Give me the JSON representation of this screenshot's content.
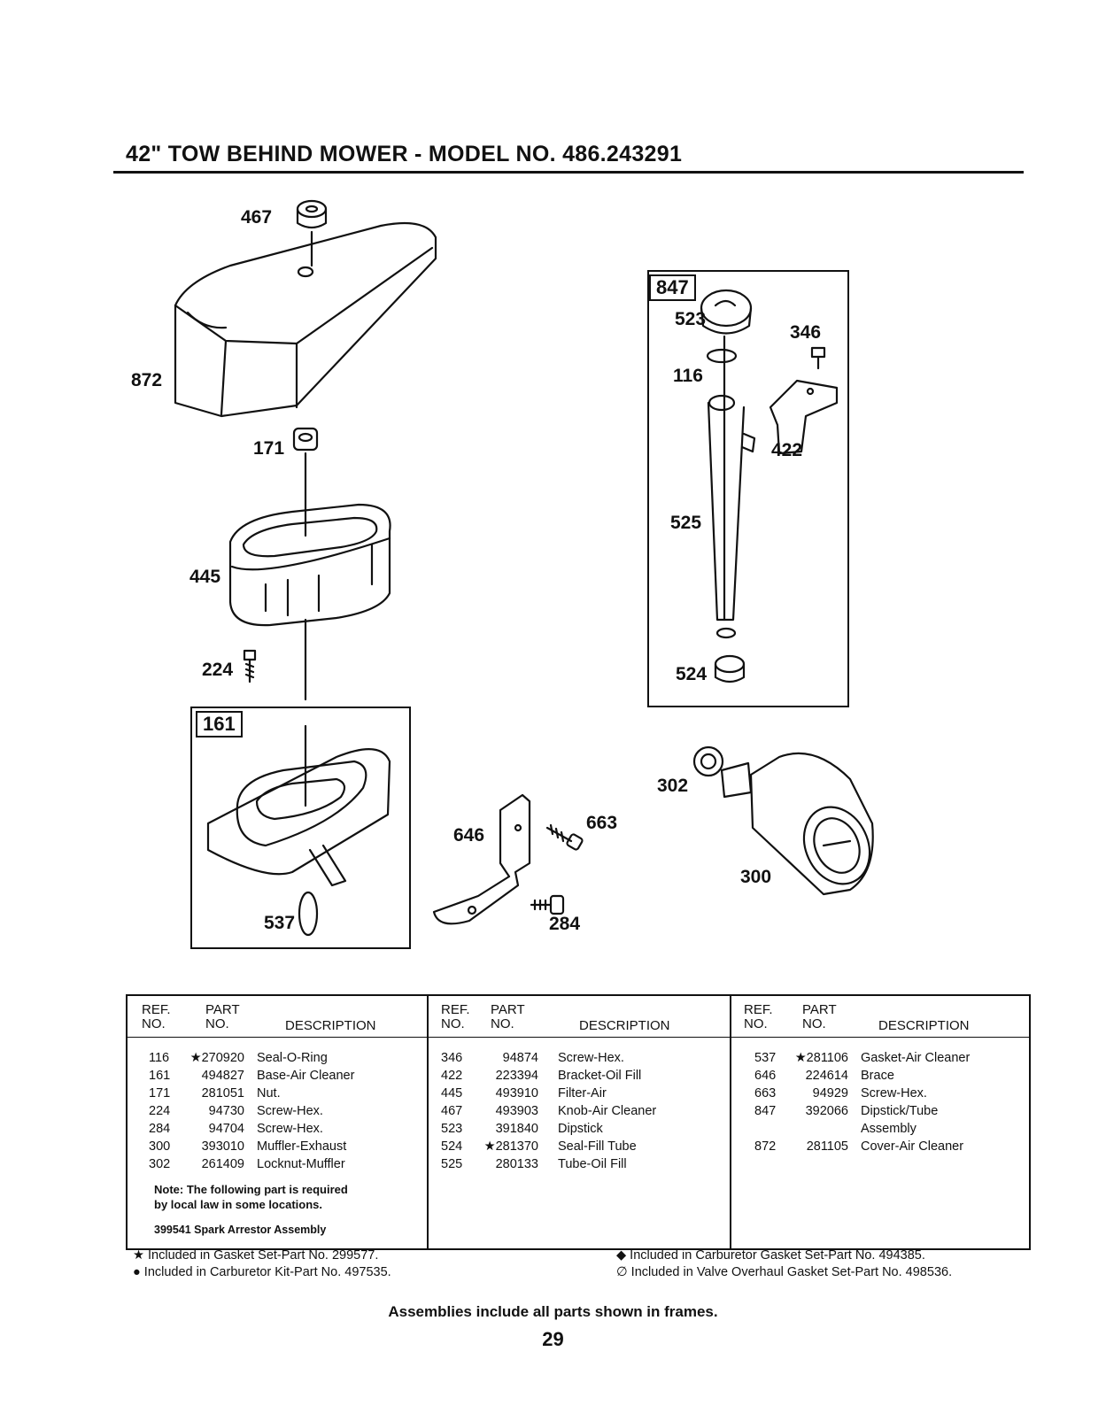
{
  "title": "42\" TOW BEHIND MOWER - MODEL NO. 486.243291",
  "diagram": {
    "callouts": [
      "467",
      "872",
      "171",
      "445",
      "224",
      "537",
      "646",
      "663",
      "284",
      "302",
      "300",
      "523",
      "346",
      "116",
      "422",
      "525",
      "524"
    ],
    "frame_labels": [
      "161",
      "847"
    ]
  },
  "table": {
    "headers": {
      "ref": "REF.\nNO.",
      "part": "PART\nNO.",
      "desc": "DESCRIPTION"
    },
    "col1": [
      {
        "ref": "116",
        "part": "★270920",
        "desc": "Seal-O-Ring"
      },
      {
        "ref": "161",
        "part": "494827",
        "desc": "Base-Air Cleaner"
      },
      {
        "ref": "171",
        "part": "281051",
        "desc": "Nut."
      },
      {
        "ref": "224",
        "part": "94730",
        "desc": "Screw-Hex."
      },
      {
        "ref": "284",
        "part": "94704",
        "desc": "Screw-Hex."
      },
      {
        "ref": "300",
        "part": "393010",
        "desc": "Muffler-Exhaust"
      },
      {
        "ref": "302",
        "part": "261409",
        "desc": "Locknut-Muffler"
      }
    ],
    "col2": [
      {
        "ref": "346",
        "part": "94874",
        "desc": "Screw-Hex."
      },
      {
        "ref": "422",
        "part": "223394",
        "desc": "Bracket-Oil Fill"
      },
      {
        "ref": "445",
        "part": "493910",
        "desc": "Filter-Air"
      },
      {
        "ref": "467",
        "part": "493903",
        "desc": "Knob-Air Cleaner"
      },
      {
        "ref": "523",
        "part": "391840",
        "desc": "Dipstick"
      },
      {
        "ref": "524",
        "part": "★281370",
        "desc": "Seal-Fill Tube"
      },
      {
        "ref": "525",
        "part": "280133",
        "desc": "Tube-Oil Fill"
      }
    ],
    "col3": [
      {
        "ref": "537",
        "part": "★281106",
        "desc": "Gasket-Air Cleaner"
      },
      {
        "ref": "646",
        "part": "224614",
        "desc": "Brace"
      },
      {
        "ref": "663",
        "part": "94929",
        "desc": "Screw-Hex."
      },
      {
        "ref": "847",
        "part": "392066",
        "desc": "Dipstick/Tube"
      },
      {
        "ref": "",
        "part": "",
        "desc": "Assembly"
      },
      {
        "ref": "872",
        "part": "281105",
        "desc": "Cover-Air Cleaner"
      }
    ],
    "note_line1": "Note: The following part is required",
    "note_line2": "by local law in some locations.",
    "note_part": "399541 Spark Arrestor Assembly"
  },
  "footnotes": {
    "star": "★  Included in Gasket Set-Part No. 299577.",
    "dot": "●  Included in Carburetor Kit-Part No. 497535.",
    "diamond": "◆  Included in Carburetor Gasket Set-Part No. 494385.",
    "null": "∅  Included in Valve Overhaul Gasket Set-Part No. 498536."
  },
  "assemblies_note": "Assemblies include all parts shown in frames.",
  "page_number": "29"
}
